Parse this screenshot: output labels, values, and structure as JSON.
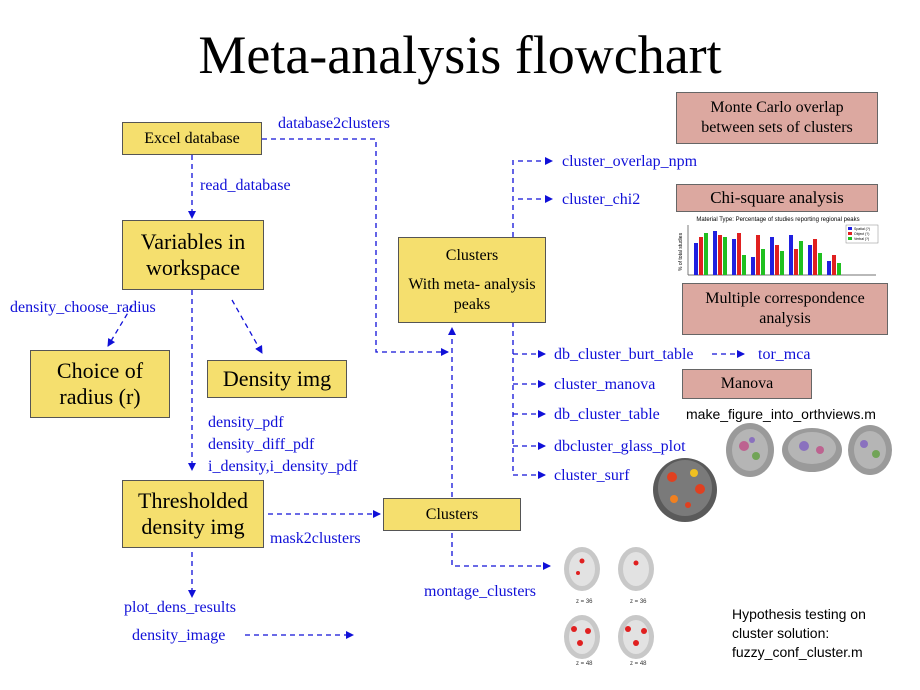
{
  "title": "Meta-analysis flowchart",
  "boxes": {
    "excel": "Excel database",
    "variables_line1": "Variables in",
    "variables_line2": "workspace",
    "choice_line1": "Choice of",
    "choice_line2": "radius (r)",
    "density_img": "Density img",
    "thresholded_line1": "Thresholded",
    "thresholded_line2": "density img",
    "clusters_meta_line1": "Clusters",
    "clusters_meta_line2": "With meta- analysis",
    "clusters_meta_line3": "peaks",
    "clusters": "Clusters"
  },
  "analyses": {
    "monte_carlo_line1": "Monte Carlo overlap",
    "monte_carlo_line2": "between sets of clusters",
    "chi_square": "Chi-square analysis",
    "mca_line1": "Multiple correspondence",
    "mca_line2": "analysis",
    "manova": "Manova"
  },
  "functions": {
    "database2clusters": "database2clusters",
    "read_database": "read_database",
    "density_choose_radius": "density_choose_radius",
    "density_pdf": "density_pdf",
    "density_diff_pdf": "density_diff_pdf",
    "i_density": "i_density,i_density_pdf",
    "mask2clusters": "mask2clusters",
    "plot_dens_results": "plot_dens_results",
    "density_image": "density_image",
    "montage_clusters": "montage_clusters",
    "cluster_overlap_npm": "cluster_overlap_npm",
    "cluster_chi2": "cluster_chi2",
    "db_cluster_burt_table": "db_cluster_burt_table",
    "tor_mca": "tor_mca",
    "cluster_manova": "cluster_manova",
    "db_cluster_table": "db_cluster_table",
    "dbcluster_glass_plot": "dbcluster_glass_plot",
    "cluster_surf": "cluster_surf"
  },
  "notes": {
    "make_figure": "make_figure_into_orthviews.m",
    "hypothesis_line1": "Hypothesis testing on",
    "hypothesis_line2": "cluster solution:",
    "hypothesis_line3": "fuzzy_conf_cluster.m"
  },
  "mini_chart": {
    "title": "Material Type: Percentage of studies reporting regional peaks",
    "ylabel": "% of total studies",
    "legend": [
      "Spatial (?)",
      "Object (?)",
      "Verbal (?)"
    ],
    "colors": [
      "#2020e0",
      "#e02020",
      "#20c020"
    ]
  },
  "slice_labels": [
    "z = 36",
    "z = 36",
    "z = 48",
    "z = 48"
  ],
  "colors": {
    "box_fill": "#f5df6e",
    "analysis_fill": "#dca8a0",
    "arrow": "#1010d8",
    "function_text": "#1010d8"
  }
}
